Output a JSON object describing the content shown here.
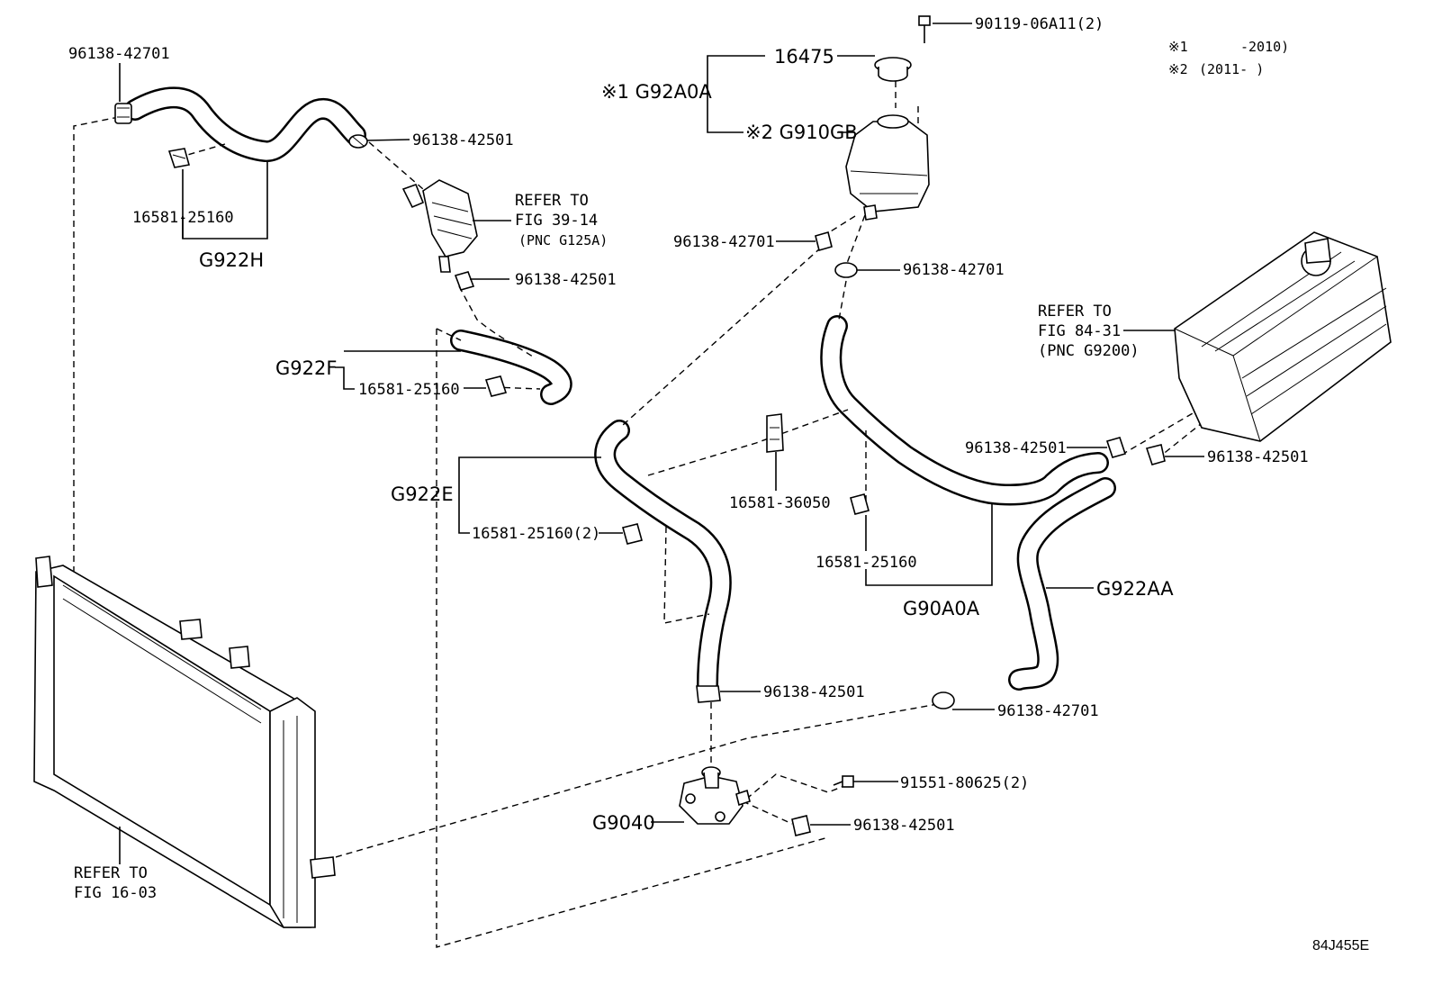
{
  "diagram_code": "84J455E",
  "notes": [
    {
      "mark": "※1",
      "text": "-2010)"
    },
    {
      "mark": "※2",
      "text": "(2011-    )"
    }
  ],
  "labels": {
    "p1": "96138-42701",
    "p2": "96138-42501",
    "p3": "16581-25160",
    "p4": "G922H",
    "p5": "96138-42501",
    "p6": "G922F",
    "p7": "16581-25160",
    "p8": "90119-06A11(2)",
    "p9": "16475",
    "p10": "※1 G92A0A",
    "p11": "※2 G910GB",
    "p12": "96138-42701",
    "p13": "96138-42701",
    "p14": "G922E",
    "p15": "16581-25160(2)",
    "p16": "16581-36050",
    "p17": "96138-42501",
    "p18": "96138-42501",
    "p19": "16581-25160",
    "p20": "G90A0A",
    "p21": "G922AA",
    "p22": "96138-42501",
    "p23": "96138-42701",
    "p24": "91551-80625(2)",
    "p25": "G9040",
    "p26": "96138-42501"
  },
  "refs": {
    "fig39": [
      "REFER TO",
      "FIG 39-14",
      "(PNC G125A)"
    ],
    "fig84": [
      "REFER TO",
      "FIG 84-31",
      "(PNC G9200)"
    ],
    "fig16": [
      "REFER TO",
      "FIG 16-03"
    ]
  }
}
